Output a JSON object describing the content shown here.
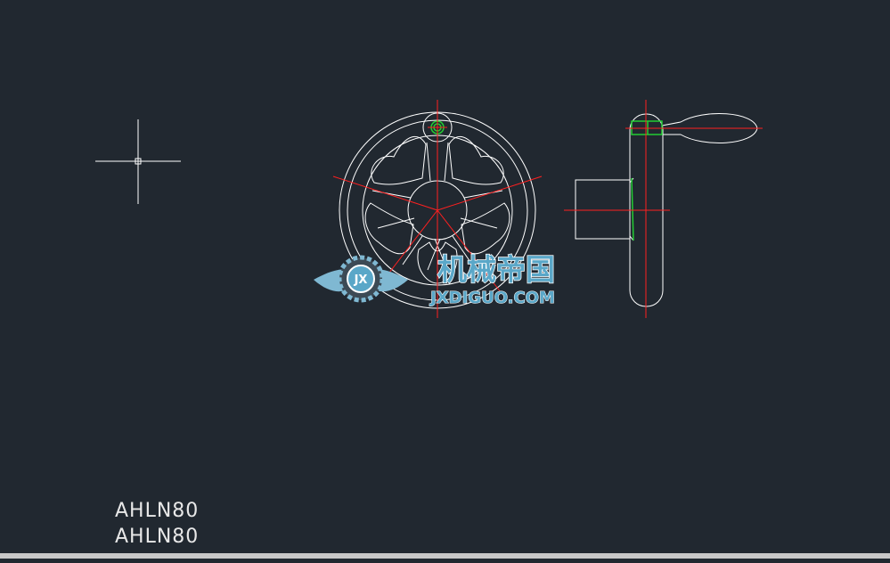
{
  "viewport": {
    "background_color": "#212830",
    "line_color": "#ffffff",
    "centerline_color": "#ff2020",
    "highlight_color": "#22cc33"
  },
  "drawing": {
    "text_labels": [
      "AHLN80",
      "AHLN80"
    ]
  },
  "watermark": {
    "title": "机械帝国",
    "site": "JXDIGUO.COM",
    "emblem_text": "JX",
    "color": "#5aa7c8"
  }
}
